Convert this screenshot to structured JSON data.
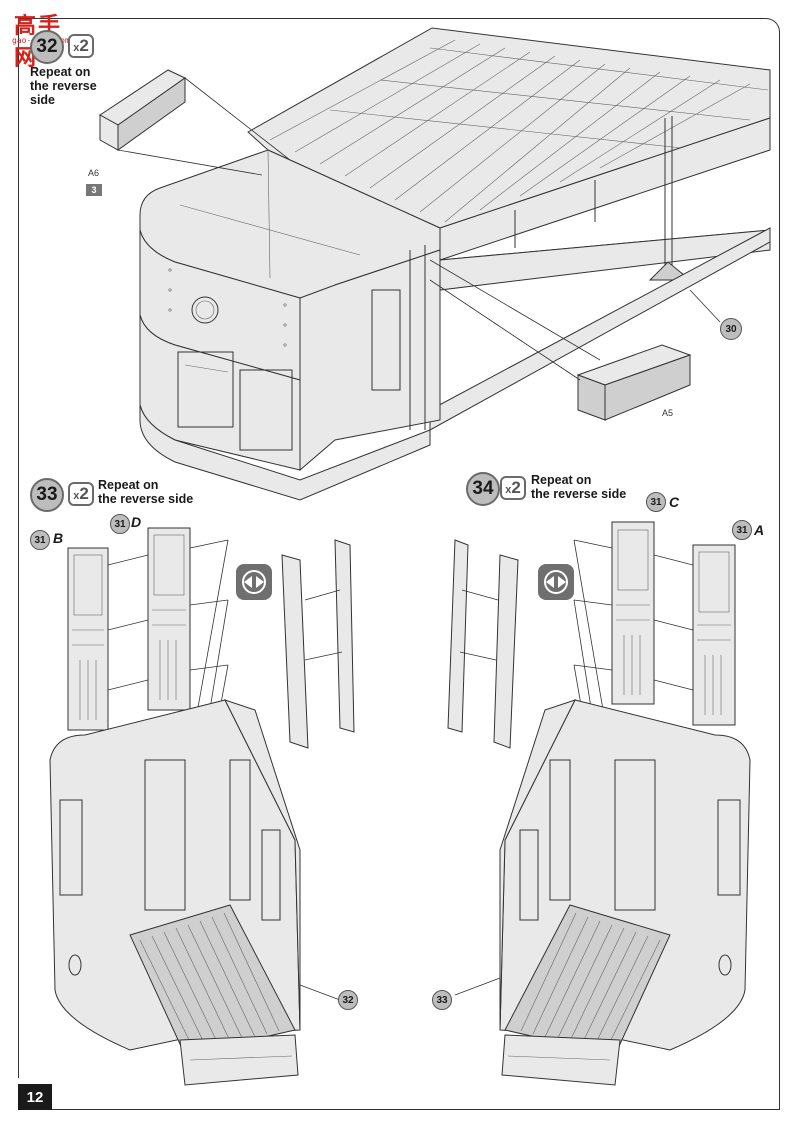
{
  "watermark": {
    "title": "高手网",
    "url": "gao-shou.com"
  },
  "page_number": "12",
  "steps": [
    {
      "number": "32",
      "multiplier_x": "x",
      "multiplier_n": "2",
      "note": [
        "Repeat on",
        "the reverse",
        "side"
      ]
    },
    {
      "number": "33",
      "multiplier_x": "x",
      "multiplier_n": "2",
      "note": [
        "Repeat on",
        "the reverse side"
      ]
    },
    {
      "number": "34",
      "multiplier_x": "x",
      "multiplier_n": "2",
      "note": [
        "Repeat on",
        "the reverse side"
      ]
    }
  ],
  "part_labels": {
    "a6": "A6",
    "a6_sheet": "3",
    "a5": "A5"
  },
  "callouts": {
    "step32_ref": "30",
    "step33_ref": "32",
    "step34_ref": "33",
    "left_b": {
      "num": "31",
      "letter": "B"
    },
    "left_d": {
      "num": "31",
      "letter": "D"
    },
    "right_c": {
      "num": "31",
      "letter": "C"
    },
    "right_a": {
      "num": "31",
      "letter": "A"
    }
  },
  "icons": {
    "mirror": "mirror-arrows-icon"
  },
  "colors": {
    "badge_gray": "#bdbdbd",
    "outline": "#333333",
    "watermark_red": "#d8201a",
    "page_black": "#1a1a1a"
  }
}
